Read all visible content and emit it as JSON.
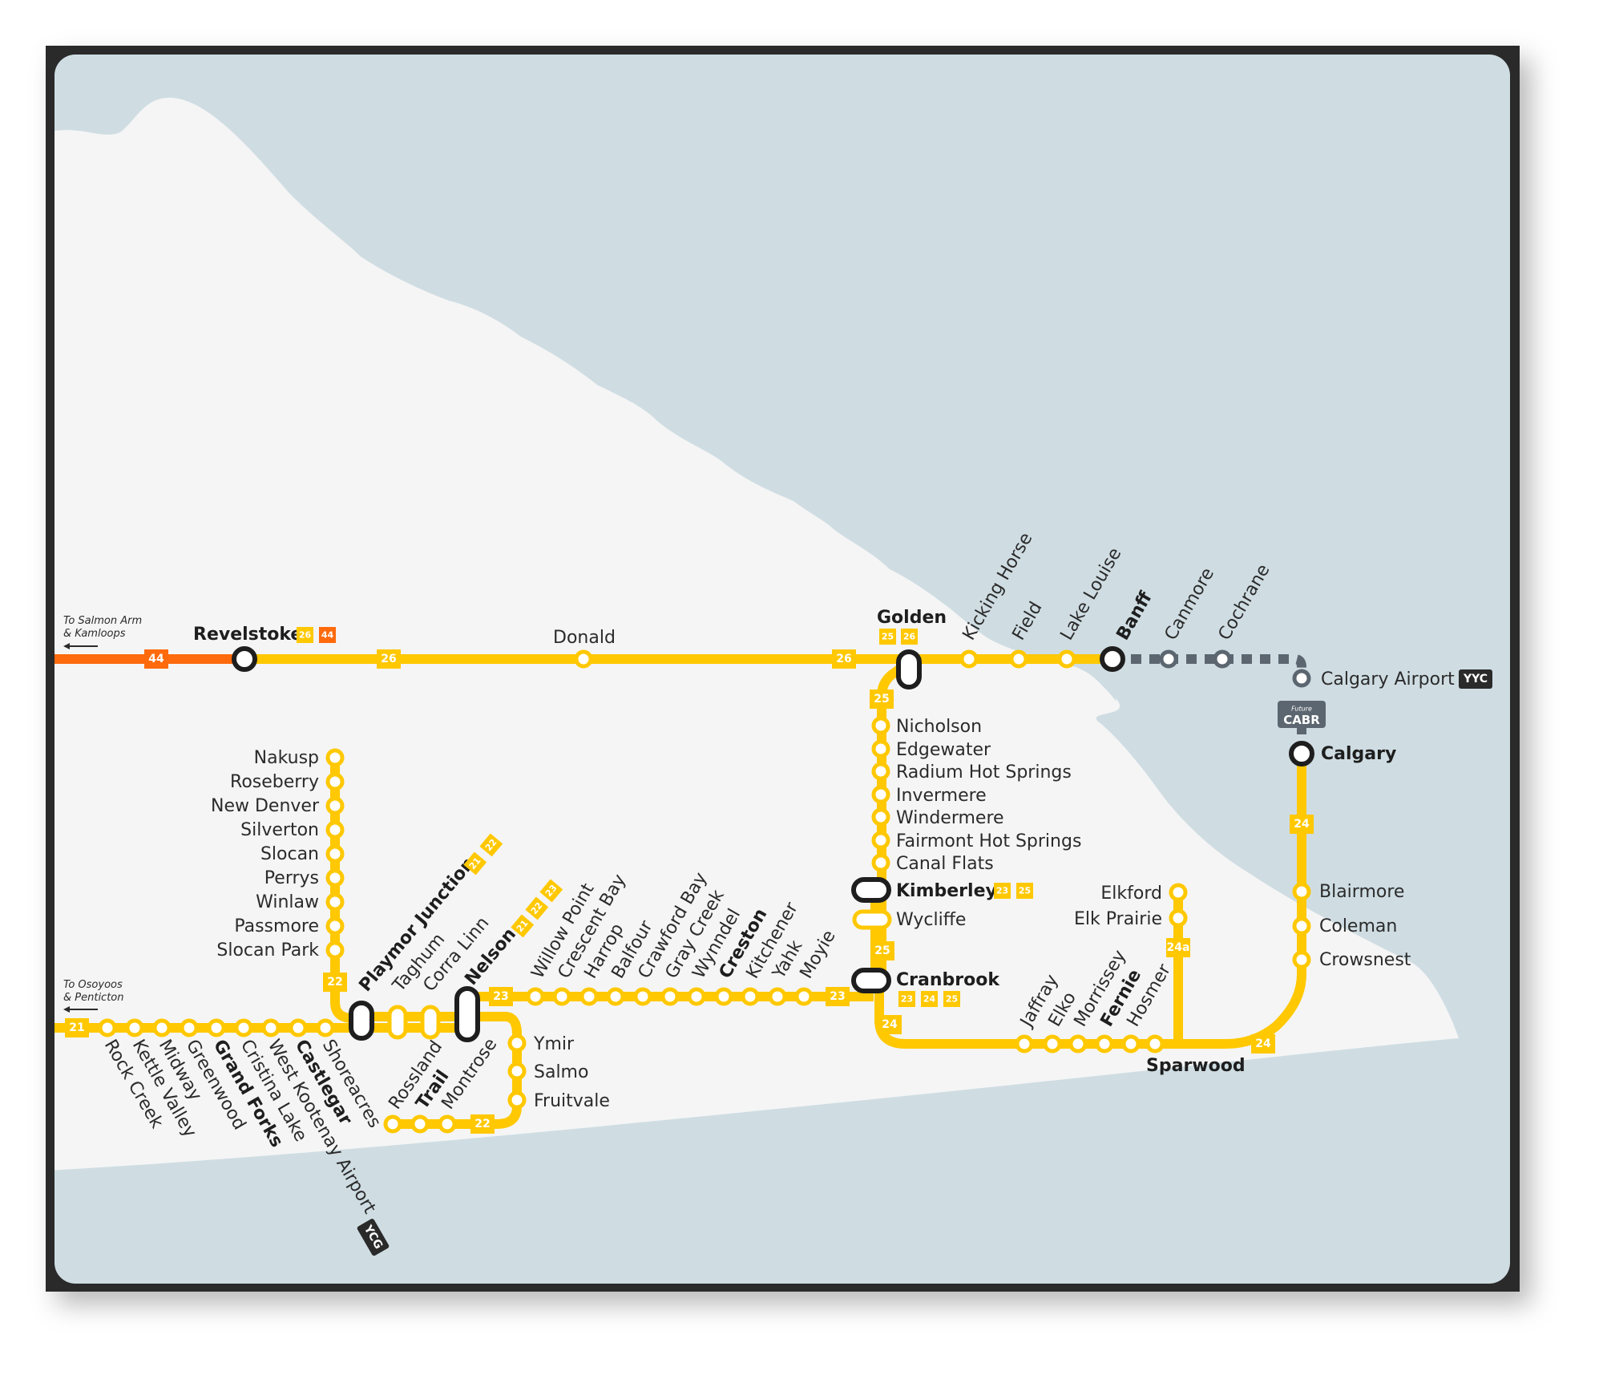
{
  "colors": {
    "frame": "#2a2a2a",
    "water": "#cfdde3",
    "land": "#f5f5f5",
    "line_main": "#ffc800",
    "line_44": "#ff6a0c",
    "line_future": "#5c6670",
    "station_fill": "#ffffff",
    "interchange_ring": "#1e1e1e",
    "airport_badge": "#2a2a2a"
  },
  "notes": {
    "salmon_arm": "To Salmon Arm\n& Kamloops",
    "osoyoos": "To Osoyoos\n& Penticton"
  },
  "route_badges": {
    "r44": "44",
    "r26": "26",
    "r25": "25",
    "r24": "24",
    "r24a": "24a",
    "r23": "23",
    "r22": "22",
    "r21": "21"
  },
  "airports": {
    "yyc": "YYC",
    "ycg": "YCG",
    "cabr_future": "Future",
    "cabr": "CABR"
  },
  "stations": {
    "revelstoke": "Revelstoke",
    "donald": "Donald",
    "golden": "Golden",
    "kicking_horse": "Kicking Horse",
    "field": "Field",
    "lake_louise": "Lake Louise",
    "banff": "Banff",
    "canmore": "Canmore",
    "cochrane": "Cochrane",
    "calgary_airport": "Calgary Airport",
    "calgary": "Calgary",
    "blairmore": "Blairmore",
    "coleman": "Coleman",
    "crowsnest": "Crowsnest",
    "nicholson": "Nicholson",
    "edgewater": "Edgewater",
    "radium": "Radium Hot Springs",
    "invermere": "Invermere",
    "windermere": "Windermere",
    "fairmont": "Fairmont Hot Springs",
    "canal_flats": "Canal Flats",
    "kimberley": "Kimberley",
    "wycliffe": "Wycliffe",
    "cranbrook": "Cranbrook",
    "elkford": "Elkford",
    "elk_prairie": "Elk Prairie",
    "jaffray": "Jaffray",
    "elko": "Elko",
    "morrissey": "Morrissey",
    "fernie": "Fernie",
    "hosmer": "Hosmer",
    "sparwood": "Sparwood",
    "nakusp": "Nakusp",
    "roseberry": "Roseberry",
    "new_denver": "New Denver",
    "silverton": "Silverton",
    "slocan": "Slocan",
    "perrys": "Perrys",
    "winlaw": "Winlaw",
    "passmore": "Passmore",
    "slocan_park": "Slocan Park",
    "playmor": "Playmor Junction",
    "taghum": "Taghum",
    "corra_linn": "Corra Linn",
    "nelson": "Nelson",
    "willow_point": "Willow Point",
    "crescent_bay": "Crescent Bay",
    "harrop": "Harrop",
    "balfour": "Balfour",
    "crawford_bay": "Crawford Bay",
    "gray_creek": "Gray Creek",
    "wynndel": "Wynndel",
    "creston": "Creston",
    "kitchener": "Kitchener",
    "yahk": "Yahk",
    "moyie": "Moyie",
    "ymir": "Ymir",
    "salmo": "Salmo",
    "fruitvale": "Fruitvale",
    "rossland": "Rossland",
    "trail": "Trail",
    "montrose": "Montrose",
    "rock_creek": "Rock Creek",
    "kettle_valley": "Kettle Valley",
    "midway": "Midway",
    "greenwood": "Greenwood",
    "grand_forks": "Grand Forks",
    "cristina_lake": "Cristina Lake",
    "west_kootenay_airport": "West Kootenay Airport",
    "castlegar": "Castlegar",
    "shoreacres": "Shoreacres"
  }
}
